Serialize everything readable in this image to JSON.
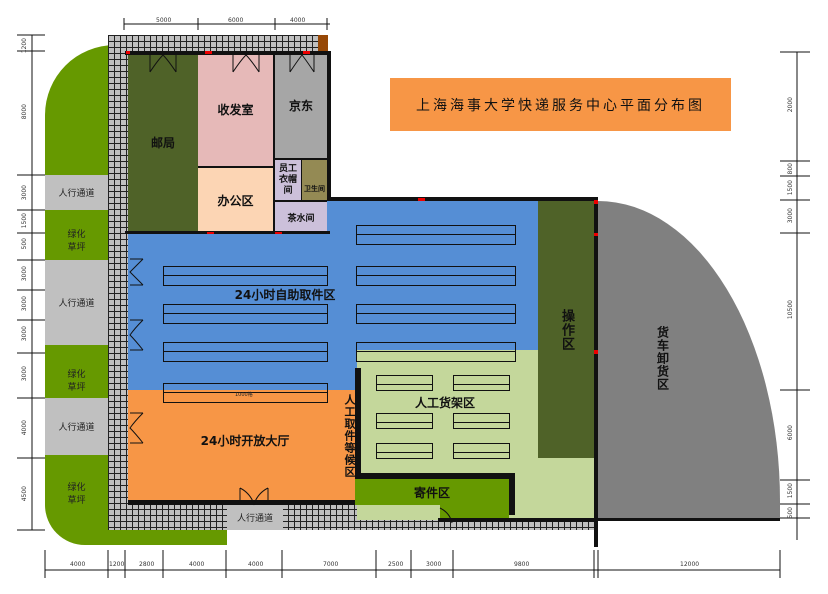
{
  "title": "上海海事大学快递服务中心平面分布图",
  "rooms": {
    "post_office": "邮局",
    "mail_room": "收发室",
    "jd": "京东",
    "office": "办公区",
    "locker_room": "员工衣帽间",
    "toilet": "卫生间",
    "tea_room": "茶水间",
    "self_pickup": "24小时自助取件区",
    "open_hall": "24小时开放大厅",
    "manual_wait": "人工取件等候区",
    "manual_shelf": "人工货架区",
    "send_area": "寄件区",
    "operation": "操作区",
    "truck_unload": "货车卸货区"
  },
  "outside": {
    "walkway": "人行通道",
    "lawn": "绿化草坪"
  },
  "shelf_note": "1000格",
  "colors": {
    "post": "#4f6228",
    "mail": "#e6b9b8",
    "jd": "#a6a6a6",
    "office": "#fcd5b4",
    "lav": "#ccc0da",
    "olive": "#948a54",
    "blue": "#558ed5",
    "orange": "#f79646",
    "lightgreen": "#c4d79b",
    "green": "#669900",
    "grey": "#808080"
  },
  "dims": {
    "top": [
      "5000",
      "6000",
      "4000"
    ],
    "bottom": [
      "4000",
      "1200",
      "2800",
      "4000",
      "4000",
      "7000",
      "2500",
      "3000",
      "9800",
      "12000"
    ],
    "left": [
      "1200",
      "8000",
      "3000",
      "1500",
      "500",
      "3000",
      "3000",
      "3000",
      "3000",
      "4000",
      "4500"
    ],
    "right": [
      "2000",
      "800",
      "1500",
      "3000",
      "10500",
      "6000",
      "1500",
      "500"
    ]
  }
}
